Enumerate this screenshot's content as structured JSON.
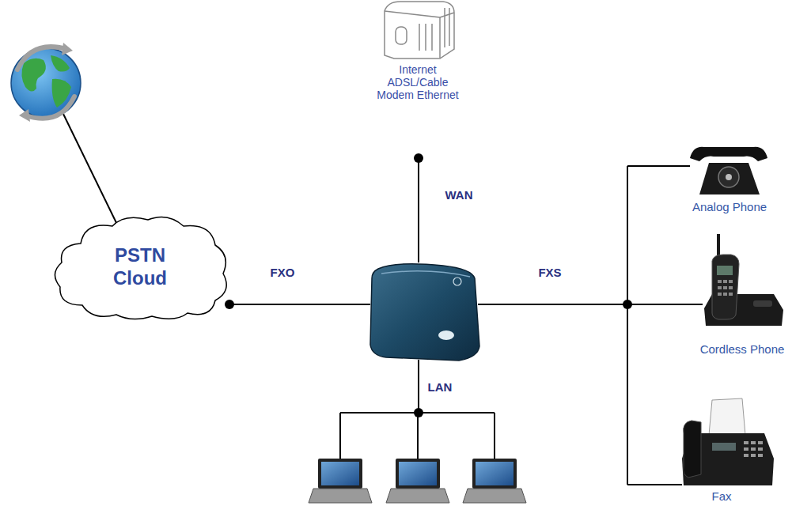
{
  "diagram": {
    "nodes": [
      {
        "text": [
          "PSTN Cloud"
        ]
      }
    ],
    "labels": [
      "Internet ADSL/Cable Modem Ethernet",
      "WAN",
      "FXO",
      "FXS",
      "LAN",
      "Analog Phone",
      "Cordless Phone",
      "Fax"
    ]
  }
}
